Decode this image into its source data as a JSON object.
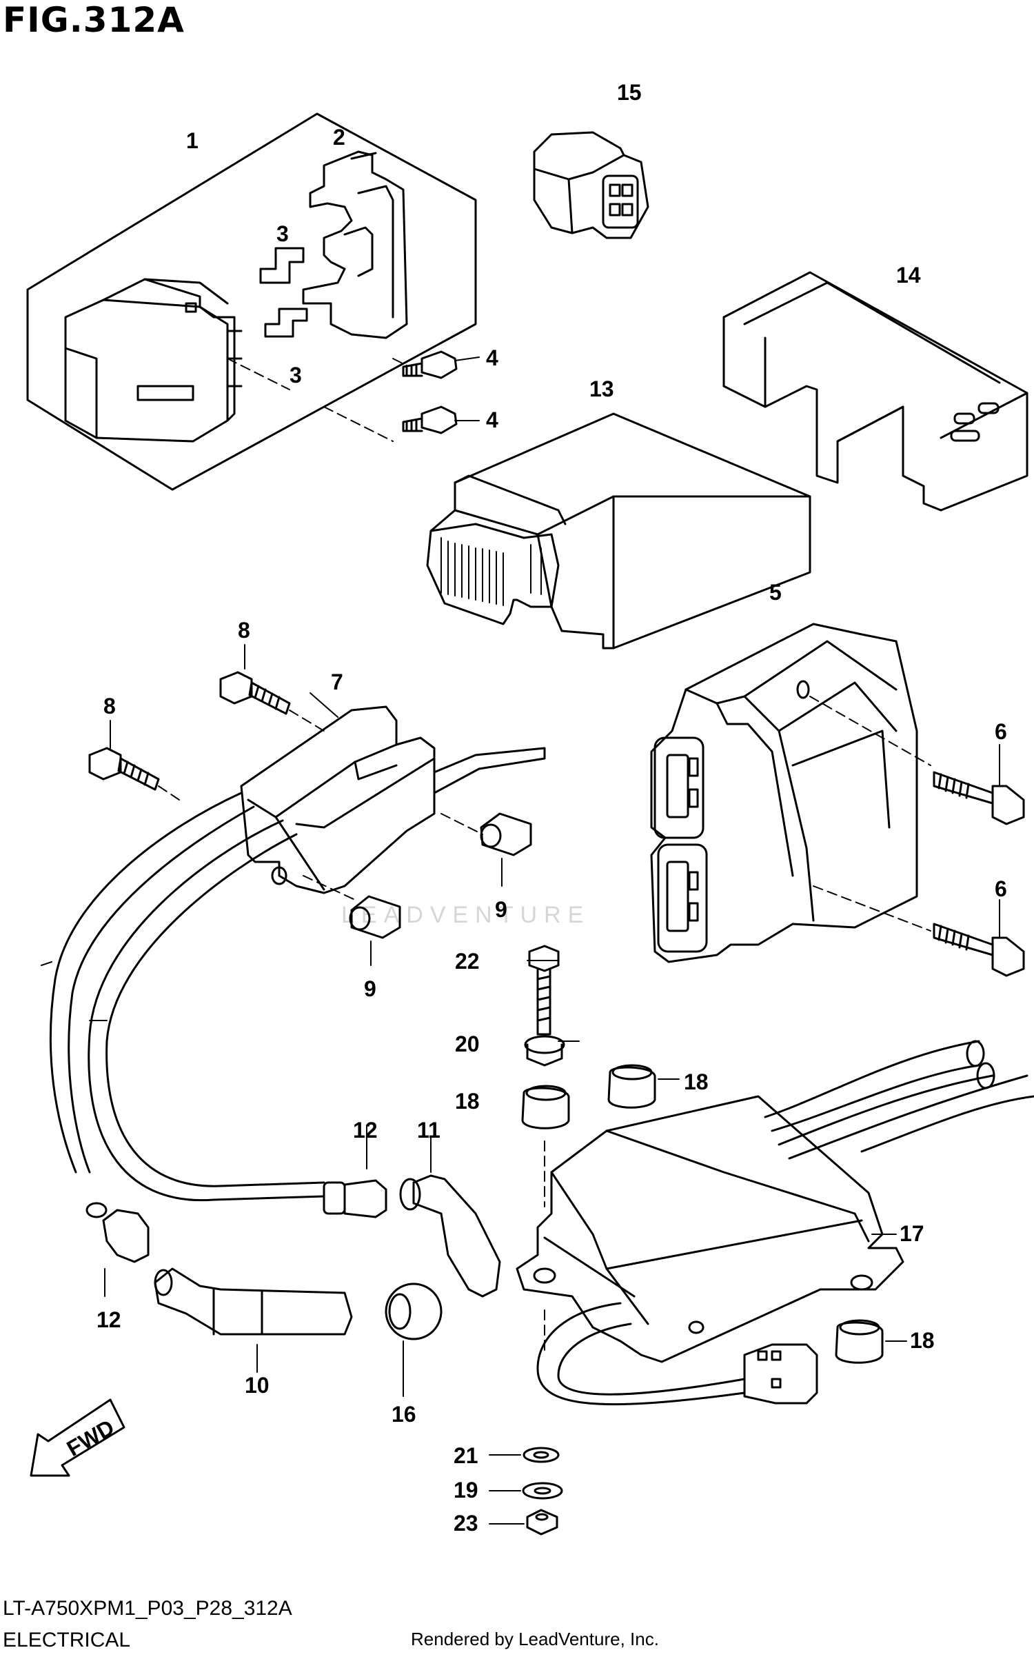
{
  "figure": {
    "title": "FIG.312A",
    "model_code": "LT-A750XPM1_P03_P28_312A",
    "section": "ELECTRICAL",
    "credit": "Rendered by LeadVenture, Inc.",
    "watermark": "LEADVENTURE",
    "direction_label": "FWD"
  },
  "callouts": [
    "1",
    "2",
    "3",
    "3",
    "4",
    "4",
    "15",
    "14",
    "13",
    "5",
    "6",
    "6",
    "8",
    "8",
    "7",
    "9",
    "9",
    "22",
    "20",
    "18",
    "18",
    "18",
    "17",
    "12",
    "11",
    "12",
    "10",
    "16",
    "21",
    "19",
    "23"
  ]
}
